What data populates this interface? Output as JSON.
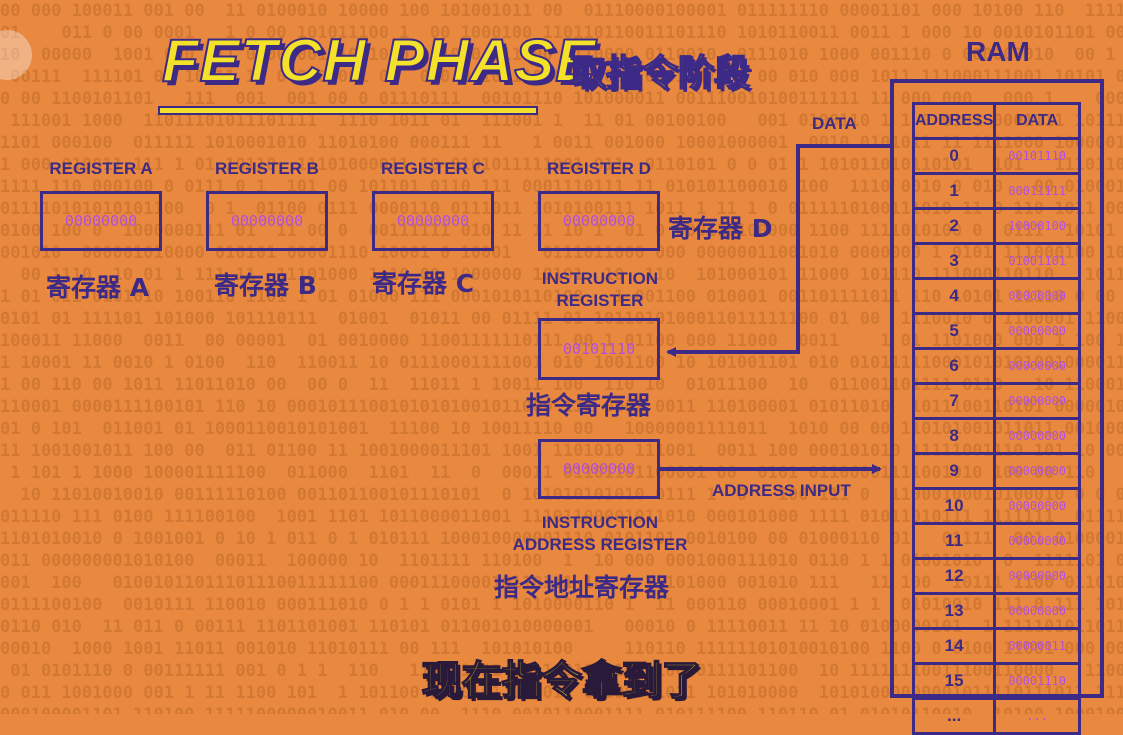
{
  "header": {
    "title": "FETCH PHASE",
    "title_cn": "取指令阶段"
  },
  "registers": [
    {
      "label": "REGISTER A",
      "value": "00000000",
      "cn_label": "寄存器 A"
    },
    {
      "label": "REGISTER B",
      "value": "00000000",
      "cn_label": "寄存器 B"
    },
    {
      "label": "REGISTER C",
      "value": "00000000",
      "cn_label": "寄存器 C"
    },
    {
      "label": "REGISTER D",
      "value": "00000000",
      "cn_label": "寄存器 D"
    }
  ],
  "instruction_register": {
    "label": "INSTRUCTION\nREGISTER",
    "value": "00101110",
    "cn_label": "指令寄存器"
  },
  "instruction_address_register": {
    "label": "INSTRUCTION\nADDRESS REGISTER",
    "value": "00000000",
    "cn_label": "指令地址寄存器"
  },
  "wires": {
    "data_label": "DATA",
    "address_input_label": "ADDRESS INPUT"
  },
  "ram": {
    "title": "RAM",
    "col_address": "ADDRESS",
    "col_data": "DATA",
    "rows": [
      {
        "address": "0",
        "data": "00101110"
      },
      {
        "address": "1",
        "data": "00011111"
      },
      {
        "address": "2",
        "data": "10000100"
      },
      {
        "address": "3",
        "data": "01001101"
      },
      {
        "address": "4",
        "data": "00000000"
      },
      {
        "address": "5",
        "data": "00000000"
      },
      {
        "address": "6",
        "data": "00000000"
      },
      {
        "address": "7",
        "data": "00000000"
      },
      {
        "address": "8",
        "data": "00000000"
      },
      {
        "address": "9",
        "data": "00000000"
      },
      {
        "address": "10",
        "data": "00000000"
      },
      {
        "address": "11",
        "data": "00000000"
      },
      {
        "address": "12",
        "data": "00000000"
      },
      {
        "address": "13",
        "data": "00000000"
      },
      {
        "address": "14",
        "data": "00000011"
      },
      {
        "address": "15",
        "data": "00001110"
      },
      {
        "address": "...",
        "data": "..."
      }
    ]
  },
  "subtitle": "现在指令拿到了",
  "colors": {
    "background": "#E8893F",
    "ink": "#3D2A86",
    "value_text": "#B24FE0",
    "title_fill": "#F4E22A"
  }
}
